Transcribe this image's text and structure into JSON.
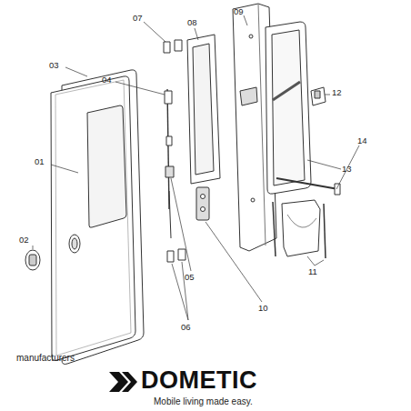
{
  "diagram": {
    "labels": [
      "07",
      "08",
      "09",
      "03",
      "04",
      "01",
      "02",
      "12",
      "14",
      "13",
      "11",
      "05",
      "10",
      "06",
      "manufacturers",
      "DOMETIC",
      "Mobile living made easy."
    ]
  }
}
